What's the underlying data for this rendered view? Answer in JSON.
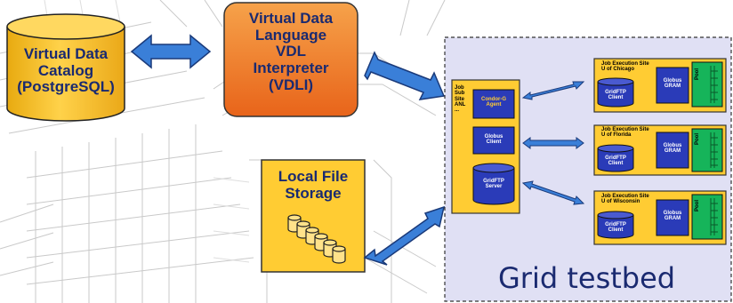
{
  "catalog": {
    "line1": "Virtual Data",
    "line2": "Catalog",
    "line3": "(PostgreSQL)"
  },
  "vdli": {
    "line1": "Virtual Data",
    "line2": "Language",
    "line3": "VDL",
    "line4": "Interpreter",
    "line5": "(VDLI)"
  },
  "storage": {
    "line1": "Local File",
    "line2": "Storage"
  },
  "submit_site": {
    "line1": "Job",
    "line2": "Sub",
    "line3": "Site",
    "line4": "ANL",
    "line5": "..."
  },
  "components": {
    "condor": {
      "line1": "Condor-G",
      "line2": "Agent"
    },
    "globus_client": {
      "line1": "Globus",
      "line2": "Client"
    },
    "gridftp_server": {
      "line1": "GridFTP",
      "line2": "Server"
    }
  },
  "exec_sites": [
    {
      "title1": "Job Execution Site",
      "title2": "U of Chicago",
      "gram1": "Globus",
      "gram2": "GRAM",
      "client1": "GridFTP",
      "client2": "Client",
      "pool": "Pool"
    },
    {
      "title1": "Job Execution Site",
      "title2": "U of Florida",
      "gram1": "Globus",
      "gram2": "GRAM",
      "client1": "GridFTP",
      "client2": "Client",
      "pool": "Pool"
    },
    {
      "title1": "Job Execution Site",
      "title2": "U of Wisconsin",
      "gram1": "Globus",
      "gram2": "GRAM",
      "client1": "GridFTP",
      "client2": "Client",
      "pool": "Pool"
    }
  ],
  "testbed_label": "Grid testbed",
  "colors": {
    "yellow_fill": "#ffcc33",
    "orange_fill": "#f07a20",
    "blue_arrow": "#3a7fd8",
    "navy_box": "#2a3bb8",
    "green_pool": "#16b45a",
    "testbed_bg": "#e0e0f4",
    "label_text": "#1a2a70"
  },
  "icons": [
    "cylinder-icon",
    "double-arrow-icon",
    "disk-stack-icon"
  ]
}
